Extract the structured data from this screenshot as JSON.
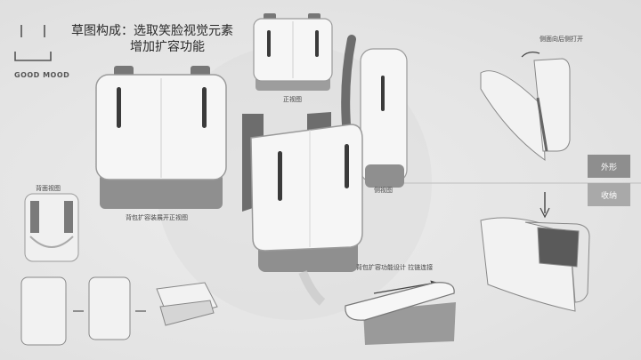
{
  "brand": {
    "name": "GOOD MOOD"
  },
  "heading": {
    "line1": "草图构成：选取笑脸视觉元素",
    "line2": "增加扩容功能"
  },
  "labels": {
    "front_view": "正视图",
    "back_view": "背面视图",
    "side_view": "侧视图",
    "expand_front": "背包扩容装展开正视图",
    "expand_design": "背包扩容功能设计  拉链连接",
    "side_open": "侧面向后侧打开"
  },
  "tabs": {
    "appearance": "外形",
    "storage": "收纳"
  },
  "colors": {
    "tab_active": "#8e8e8e",
    "tab_inactive": "#a9a9a9",
    "bag_body": "#f6f6f6",
    "bag_base": "#8f8f8f",
    "strap": "#6d6d6d"
  }
}
